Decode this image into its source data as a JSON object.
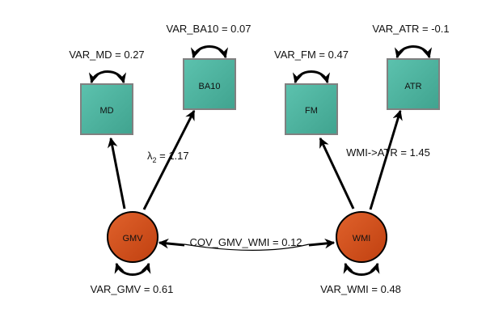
{
  "diagram": {
    "type": "structural-equation-model",
    "colors": {
      "observed_fill": "#4fb3a0",
      "observed_border": "#808080",
      "latent_fill": "#d4501e",
      "latent_border": "#000000",
      "edge": "#000000"
    },
    "latent_nodes": [
      {
        "id": "GMV",
        "label": "GMV",
        "variance_label": "VAR_GMV = 0.61"
      },
      {
        "id": "WMI",
        "label": "WMI",
        "variance_label": "VAR_WMI = 0.48"
      }
    ],
    "observed_nodes": [
      {
        "id": "MD",
        "label": "MD",
        "variance_label": "VAR_MD = 0.27"
      },
      {
        "id": "BA10",
        "label": "BA10",
        "variance_label": "VAR_BA10 = 0.07"
      },
      {
        "id": "FM",
        "label": "FM",
        "variance_label": "VAR_FM = 0.47"
      },
      {
        "id": "ATR",
        "label": "ATR",
        "variance_label": "VAR_ATR = -0.1"
      }
    ],
    "paths": [
      {
        "from": "GMV",
        "to": "MD",
        "label": ""
      },
      {
        "from": "GMV",
        "to": "BA10",
        "label_main": "λ",
        "label_sub": "2",
        "label_rest": " = 1.17"
      },
      {
        "from": "WMI",
        "to": "FM",
        "label": ""
      },
      {
        "from": "WMI",
        "to": "ATR",
        "label": "WMI->ATR = 1.45"
      }
    ],
    "covariance": {
      "between": [
        "GMV",
        "WMI"
      ],
      "label": "COV_GMV_WMI = 0.12"
    }
  }
}
